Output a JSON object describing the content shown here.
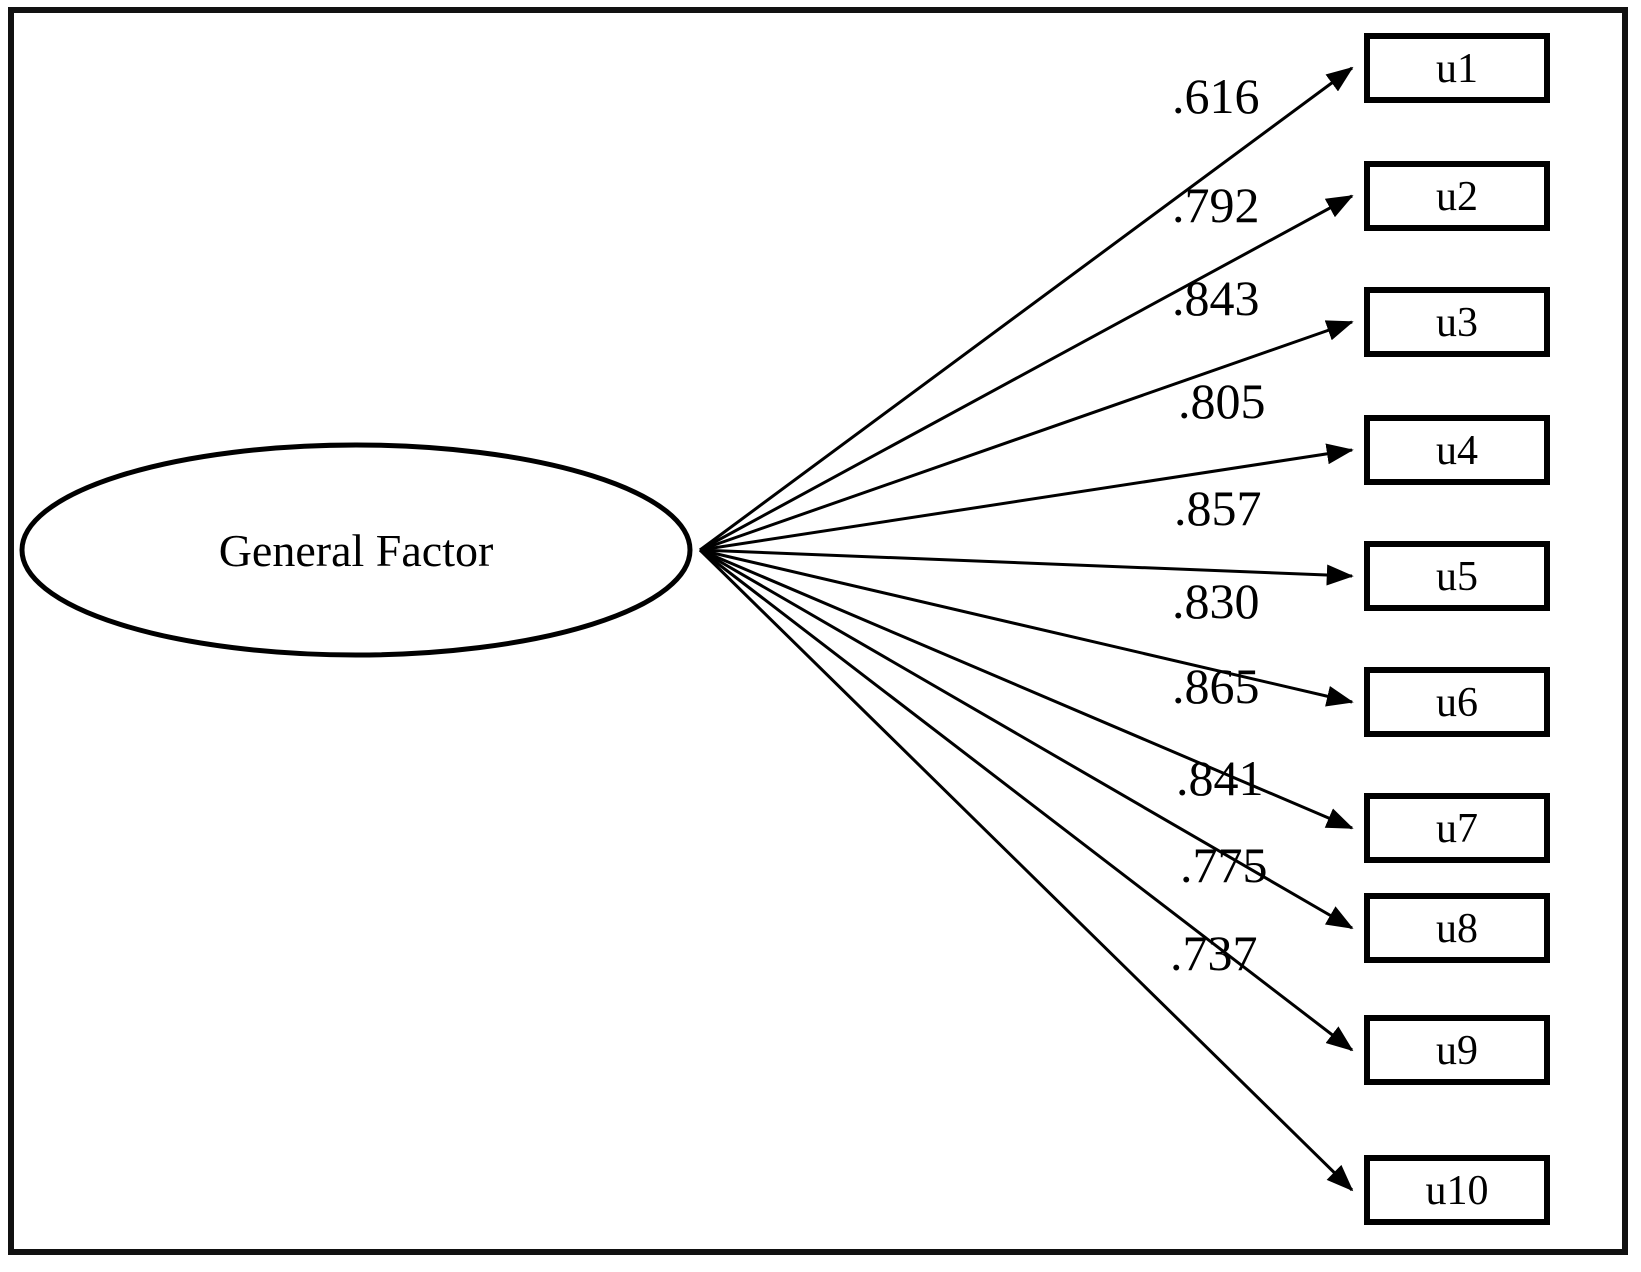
{
  "figure": {
    "type": "path-diagram",
    "latent": {
      "name": "general-factor",
      "label": "General Factor",
      "shape": "ellipse"
    },
    "indicator_box_labels": [
      "u1",
      "u2",
      "u3",
      "u4",
      "u5",
      "u6",
      "u7",
      "u8",
      "u9",
      "u10"
    ],
    "loadings": [
      ".616",
      ".792",
      ".843",
      ".805",
      ".857",
      ".830",
      ".865",
      ".841",
      ".775",
      ".737"
    ],
    "arrow_direction": "latent-to-indicator",
    "colors": {
      "stroke": "#000000",
      "frame": "#111111",
      "background": "#ffffff"
    }
  },
  "chart_data": {
    "type": "diagram",
    "title": "",
    "model": "one-factor congeneric measurement model",
    "latent_variable": "General Factor",
    "indicators": [
      "u1",
      "u2",
      "u3",
      "u4",
      "u5",
      "u6",
      "u7",
      "u8",
      "u9",
      "u10"
    ],
    "standardized_loadings": [
      0.616,
      0.792,
      0.843,
      0.805,
      0.857,
      0.83,
      0.865,
      0.841,
      0.775,
      0.737
    ],
    "loading_labels": [
      ".616",
      ".792",
      ".843",
      ".805",
      ".857",
      ".830",
      ".865",
      ".841",
      ".775",
      ".737"
    ],
    "legend": [],
    "annotations": []
  }
}
